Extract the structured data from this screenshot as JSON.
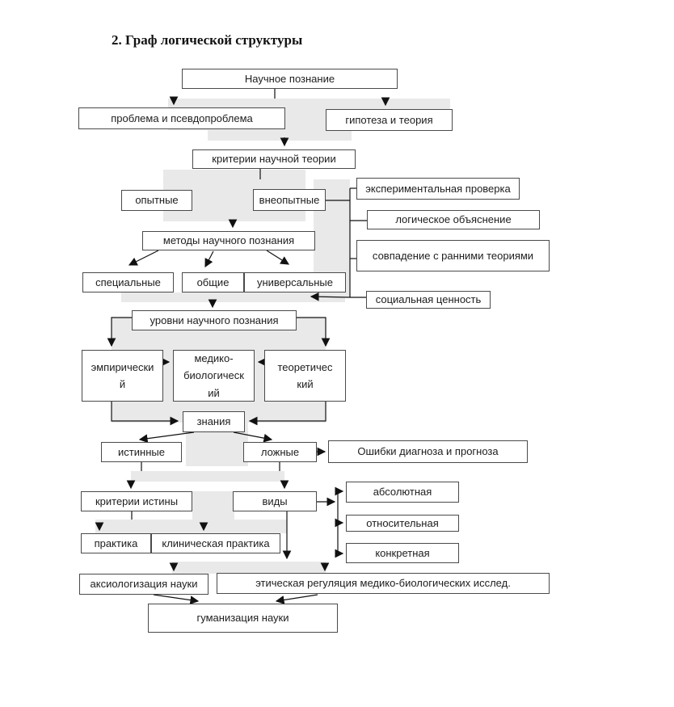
{
  "page": {
    "title": "2. Граф логической структуры"
  },
  "colors": {
    "band": "#e9e9e9",
    "box_border": "#4a4a4a",
    "box_fill": "#ffffff",
    "line": "#111111",
    "text": "#1d1d1d"
  },
  "diagram": {
    "nodes": {
      "nauchnoe_poznanie": {
        "label": "Научное познание"
      },
      "problema": {
        "label": "проблема и псевдопроблема"
      },
      "gipoteza": {
        "label": "гипотеза и теория"
      },
      "kriterii_teorii": {
        "label": "критерии научной теории"
      },
      "opytnye": {
        "label": "опытные"
      },
      "vneopytnye": {
        "label": "внеопытные"
      },
      "eksperimentalnaya": {
        "label": "экспериментальная проверка"
      },
      "logicheskoe": {
        "label": "логическое объяснение"
      },
      "sovpadenie": {
        "label": "совпадение с ранними теориями"
      },
      "socialnaya": {
        "label": "социальная ценность"
      },
      "metody": {
        "label": "методы научного познания"
      },
      "specialnye": {
        "label": "специальные"
      },
      "obshchie": {
        "label": "общие"
      },
      "universalnye": {
        "label": "универсальные"
      },
      "urovni": {
        "label": "уровни научного познания"
      },
      "empiricheskij": {
        "label": "эмпирически\nй"
      },
      "mediko_biologicheskij": {
        "label": "медико-\nбиологическ\nий"
      },
      "teoreticheskij": {
        "label": "теоретичес\nкий"
      },
      "znaniya": {
        "label": "знания"
      },
      "istinnye": {
        "label": "истинные"
      },
      "lozhnye": {
        "label": "ложные"
      },
      "oshibki": {
        "label": "Ошибки диагноза и прогноза"
      },
      "kriterii_istiny": {
        "label": "критерии истины"
      },
      "vidy": {
        "label": "виды"
      },
      "absolyutnaya": {
        "label": "абсолютная"
      },
      "otnositelnaya": {
        "label": "относительная"
      },
      "konkretnaya": {
        "label": "конкретная"
      },
      "praktika": {
        "label": "практика"
      },
      "klinicheskaya_praktika": {
        "label": "клиническая практика"
      },
      "aksiologizaciya": {
        "label": "аксиологизация науки"
      },
      "eticheskaya": {
        "label": "этическая регуляция медико-биологических  исслед."
      },
      "gumanizaciya": {
        "label": "гуманизация науки"
      }
    }
  }
}
